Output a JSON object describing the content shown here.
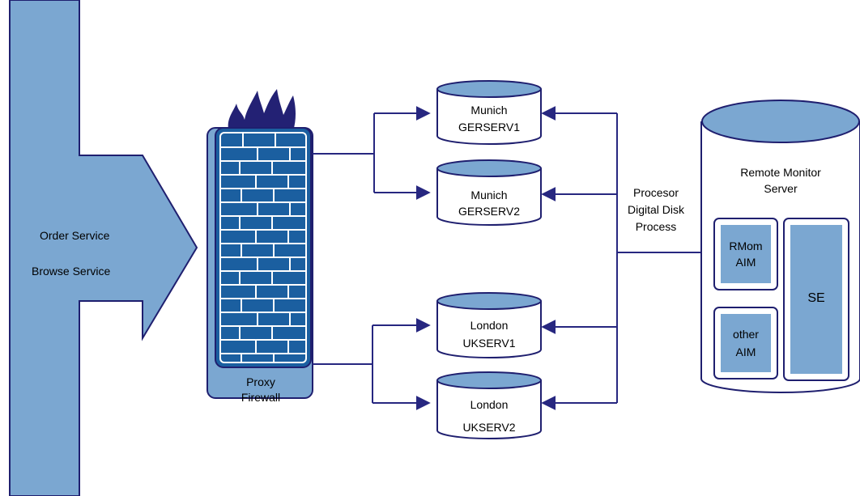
{
  "colors": {
    "fill": "#7ba7d1",
    "stroke": "#1f1f6f",
    "wall": "#1b5fa0",
    "flame": "#232174",
    "line": "#272780"
  },
  "services": {
    "order": "Order Service",
    "browse": "Browse Service"
  },
  "firewall": {
    "line1": "Proxy",
    "line2": "Firewall"
  },
  "servers": [
    {
      "city": "Munich",
      "name": "GERSERV1"
    },
    {
      "city": "Munich",
      "name": "GERSERV2"
    },
    {
      "city": "London",
      "name": "UKSERV1"
    },
    {
      "city": "London",
      "name": "UKSERV2"
    }
  ],
  "process": {
    "line1": "Procesor",
    "line2": "Digital Disk",
    "line3": "Process"
  },
  "monitor": {
    "line1": "Remote  Monitor",
    "line2": "Server",
    "rmom_line1": "RMom",
    "rmom_line2": "AIM",
    "other_line1": "other",
    "other_line2": "AIM",
    "se": "SE"
  }
}
